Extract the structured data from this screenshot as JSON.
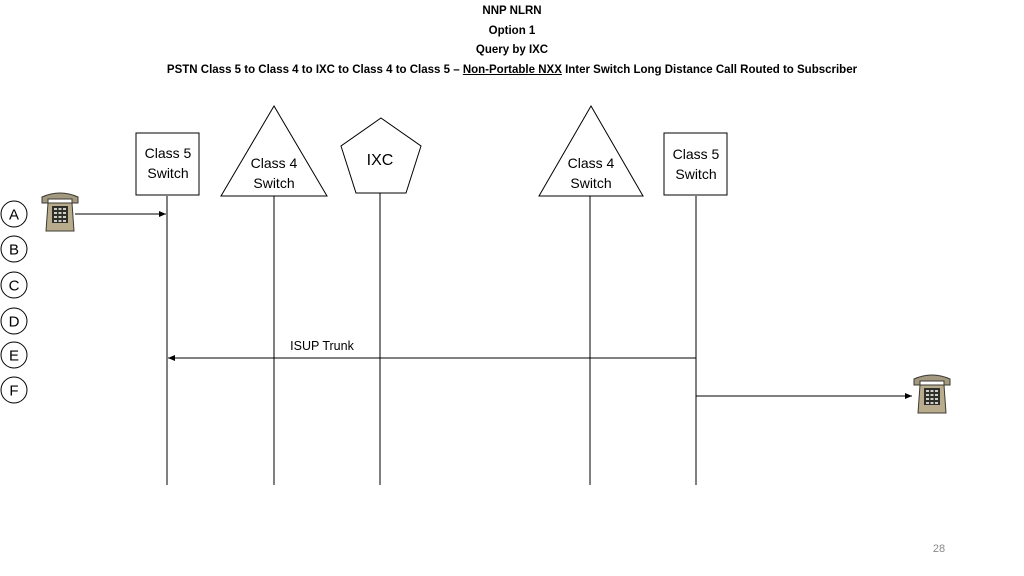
{
  "header": {
    "line1": "NNP NLRN",
    "line2": "Option 1",
    "line3": "Query by IXC",
    "line4_pre": "PSTN Class 5 to Class 4 to IXC to Class 4 to Class 5 – ",
    "line4_underlined": "Non-Portable NXX",
    "line4_post": " Inter Switch Long Distance Call Routed to Subscriber"
  },
  "nodes": {
    "class5_left": {
      "line1": "Class 5",
      "line2": "Switch"
    },
    "class4_left": {
      "line1": "Class 4",
      "line2": "Switch"
    },
    "ixc": {
      "label": "IXC"
    },
    "class4_right": {
      "line1": "Class 4",
      "line2": "Switch"
    },
    "class5_right": {
      "line1": "Class 5",
      "line2": "Switch"
    }
  },
  "steps": [
    "A",
    "B",
    "C",
    "D",
    "E",
    "F"
  ],
  "messages": {
    "isup": "ISUP Trunk"
  },
  "icons": {
    "caller": "telephone-icon",
    "callee": "telephone-icon"
  },
  "page_number": "28"
}
